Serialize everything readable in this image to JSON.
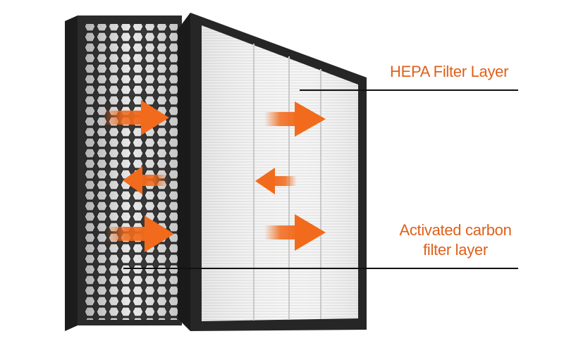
{
  "labels": {
    "hepa": "HEPA Filter Layer",
    "carbon_line1": "Activated carbon",
    "carbon_line2": "filter layer"
  },
  "colors": {
    "label_text": "#e0601a",
    "arrow": "#f26a1b",
    "frame": "#2b2b2b",
    "frame_edge": "#111111",
    "carbon_bg": "#3a3a3a",
    "hepa_media": "#f4f4f4",
    "leader_line": "#111111"
  },
  "icons": {
    "arrow_shape": "flow-arrow-right"
  }
}
